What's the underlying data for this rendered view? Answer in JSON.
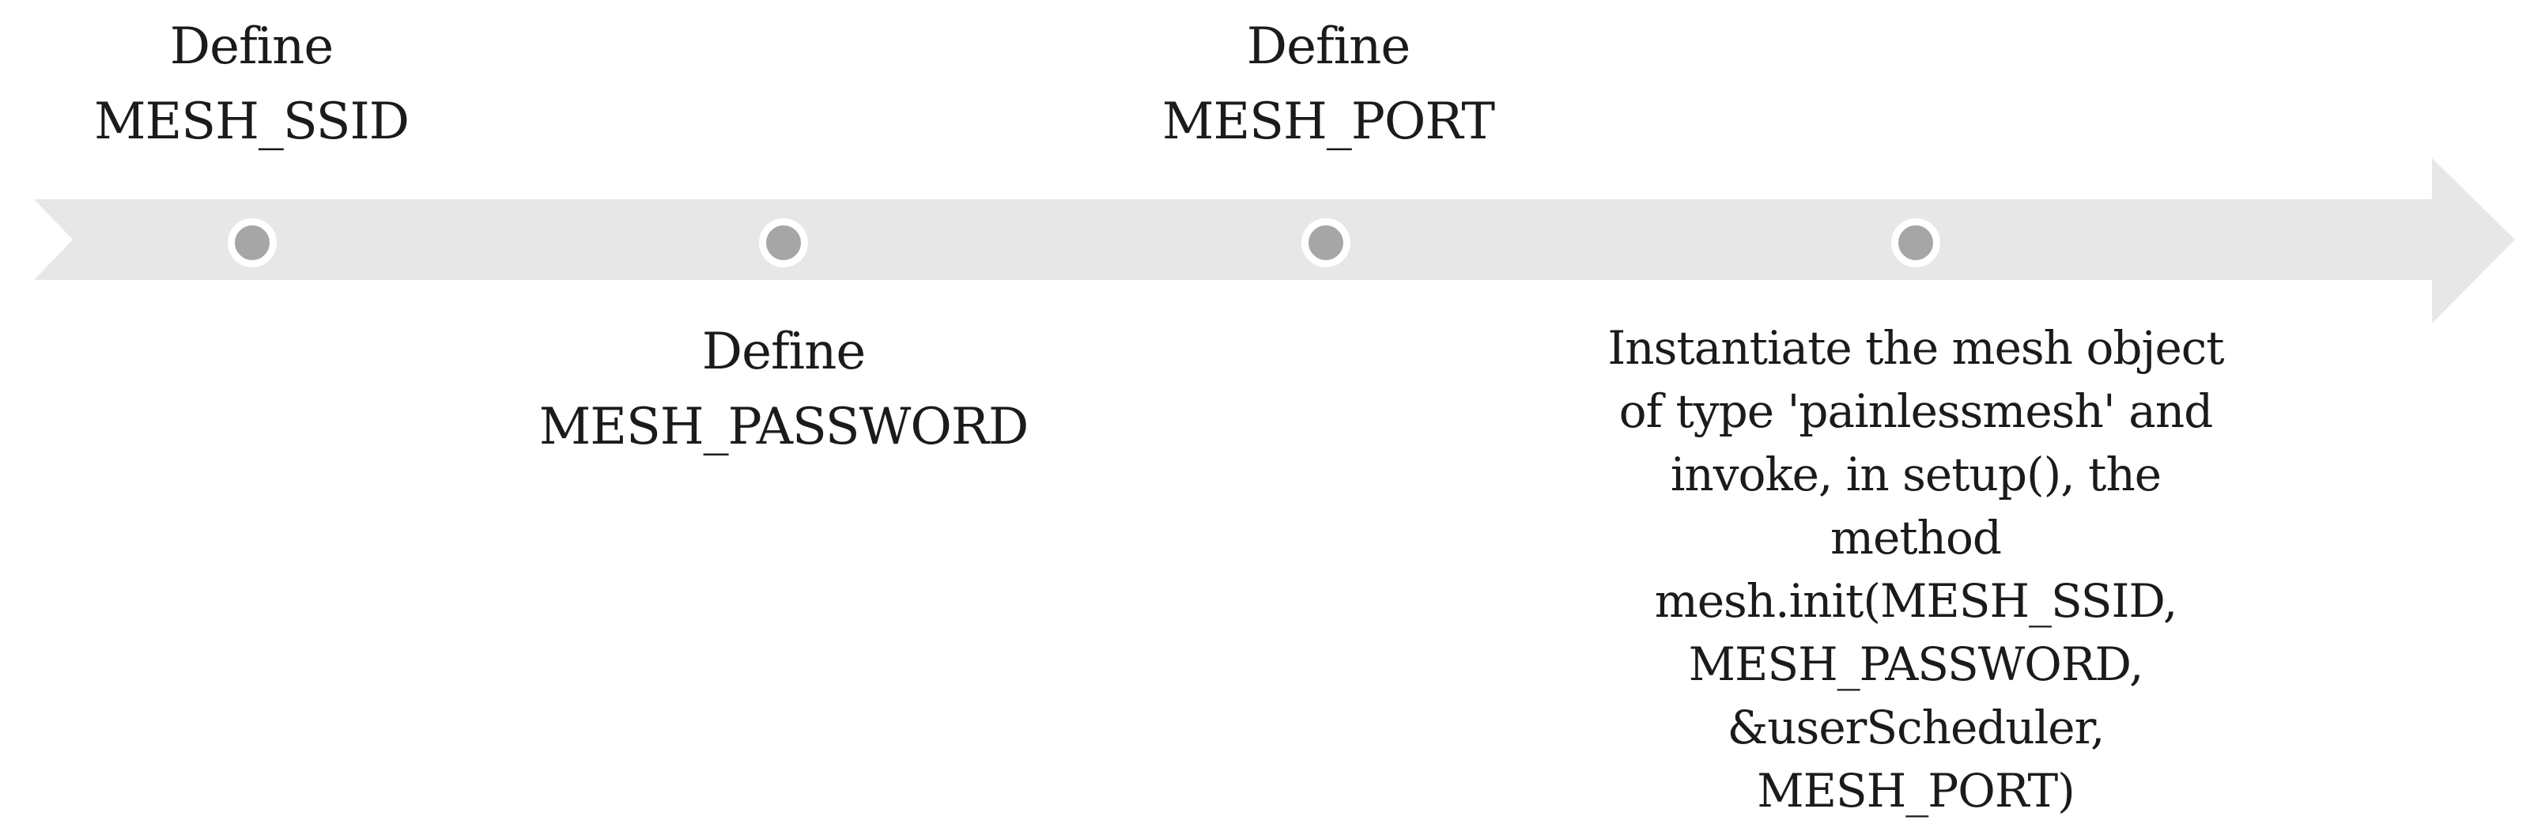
{
  "figure": {
    "type": "timeline",
    "direction": "left-to-right",
    "colors": {
      "band": "#e7e7e7",
      "dot_fill": "#a6a6a6",
      "dot_ring": "#ffffff",
      "text": "#1b1b1b"
    },
    "steps": [
      {
        "index": 1,
        "label_position": "above",
        "label": "Define\nMESH_SSID"
      },
      {
        "index": 2,
        "label_position": "below",
        "label": "Define\nMESH_PASSWORD"
      },
      {
        "index": 3,
        "label_position": "above",
        "label": "Define\nMESH_PORT"
      },
      {
        "index": 4,
        "label_position": "below",
        "label": "Instantiate the mesh object\nof type 'painlessmesh' and\ninvoke, in setup(), the\nmethod\nmesh.init(MESH_SSID,\nMESH_PASSWORD,\n&userScheduler,\nMESH_PORT)"
      }
    ]
  }
}
